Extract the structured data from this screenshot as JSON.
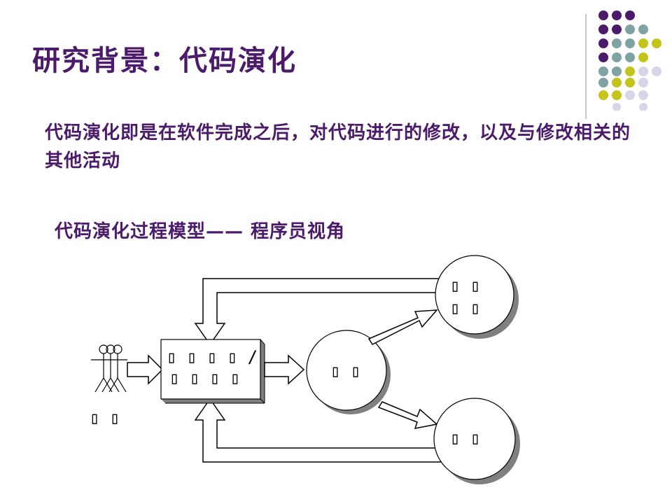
{
  "slide": {
    "title": "研究背景：代码演化",
    "paragraph": "代码演化即是在软件完成之后，对代码进行的修改，以及与修改相关的其他活动",
    "subheading": "代码演化过程模型—— 程序员视角"
  },
  "diagram": {
    "person_label": "▯ ▯",
    "box_label_line1": "▯ ▯ ▯ ▯ /",
    "box_label_line2": "▯ ▯ ▯ ▯",
    "middle_circle_label": "▯ ▯",
    "top_circle_label_line1": "▯ ▯",
    "top_circle_label_line2": "▯ ▯",
    "bottom_circle_label": "▯ ▯"
  },
  "colors": {
    "title_purple": "#4b1a6b",
    "dot_purple": "#4b1a6b",
    "dot_teal": "#7fa3a2",
    "dot_yellow": "#c4c41a",
    "dot_lavender": "#d6d6e8"
  }
}
